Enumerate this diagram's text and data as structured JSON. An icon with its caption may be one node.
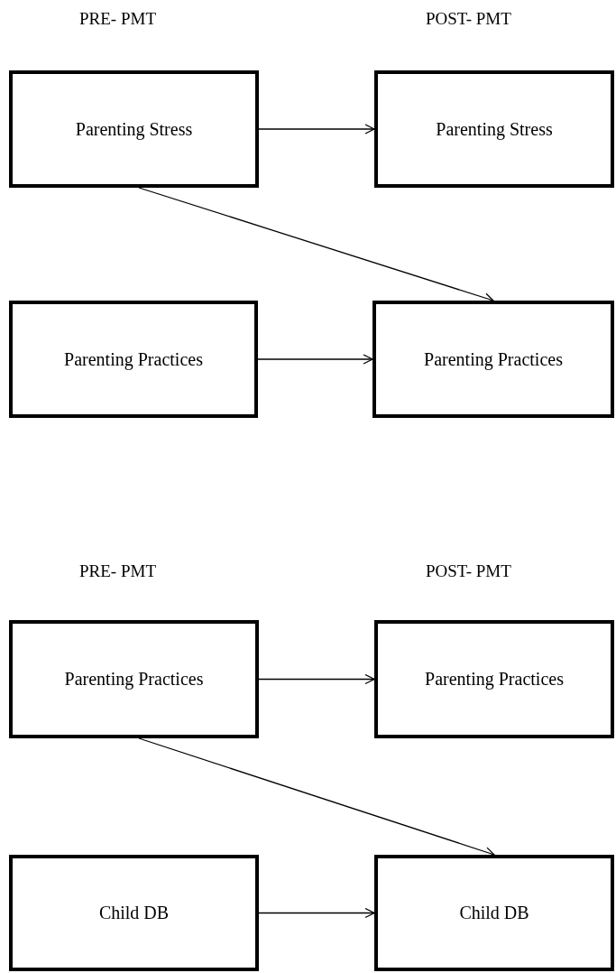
{
  "diagram": {
    "nodes": [
      {
        "text": [
          "Parenting Stress"
        ]
      },
      {
        "text": [
          "Parenting Stress"
        ]
      },
      {
        "text": [
          "Parenting Practices"
        ]
      },
      {
        "text": [
          "Parenting Practices"
        ]
      },
      {
        "text": [
          "Parenting Practices"
        ]
      },
      {
        "text": [
          "Parenting Practices"
        ]
      },
      {
        "text": [
          "Child DB"
        ]
      },
      {
        "text": [
          "Child DB"
        ]
      }
    ],
    "edges": [
      {
        "from": 0,
        "to": 1,
        "arrow": "to"
      },
      {
        "from": 0,
        "to": 3,
        "arrow": "to"
      },
      {
        "from": 2,
        "to": 3,
        "arrow": "to"
      },
      {
        "from": 4,
        "to": 5,
        "arrow": "to"
      },
      {
        "from": 4,
        "to": 7,
        "arrow": "to"
      },
      {
        "from": 6,
        "to": 7,
        "arrow": "to"
      }
    ],
    "labels": [
      "PRE- PMT",
      "POST- PMT",
      "PRE- PMT",
      "POST- PMT"
    ]
  }
}
